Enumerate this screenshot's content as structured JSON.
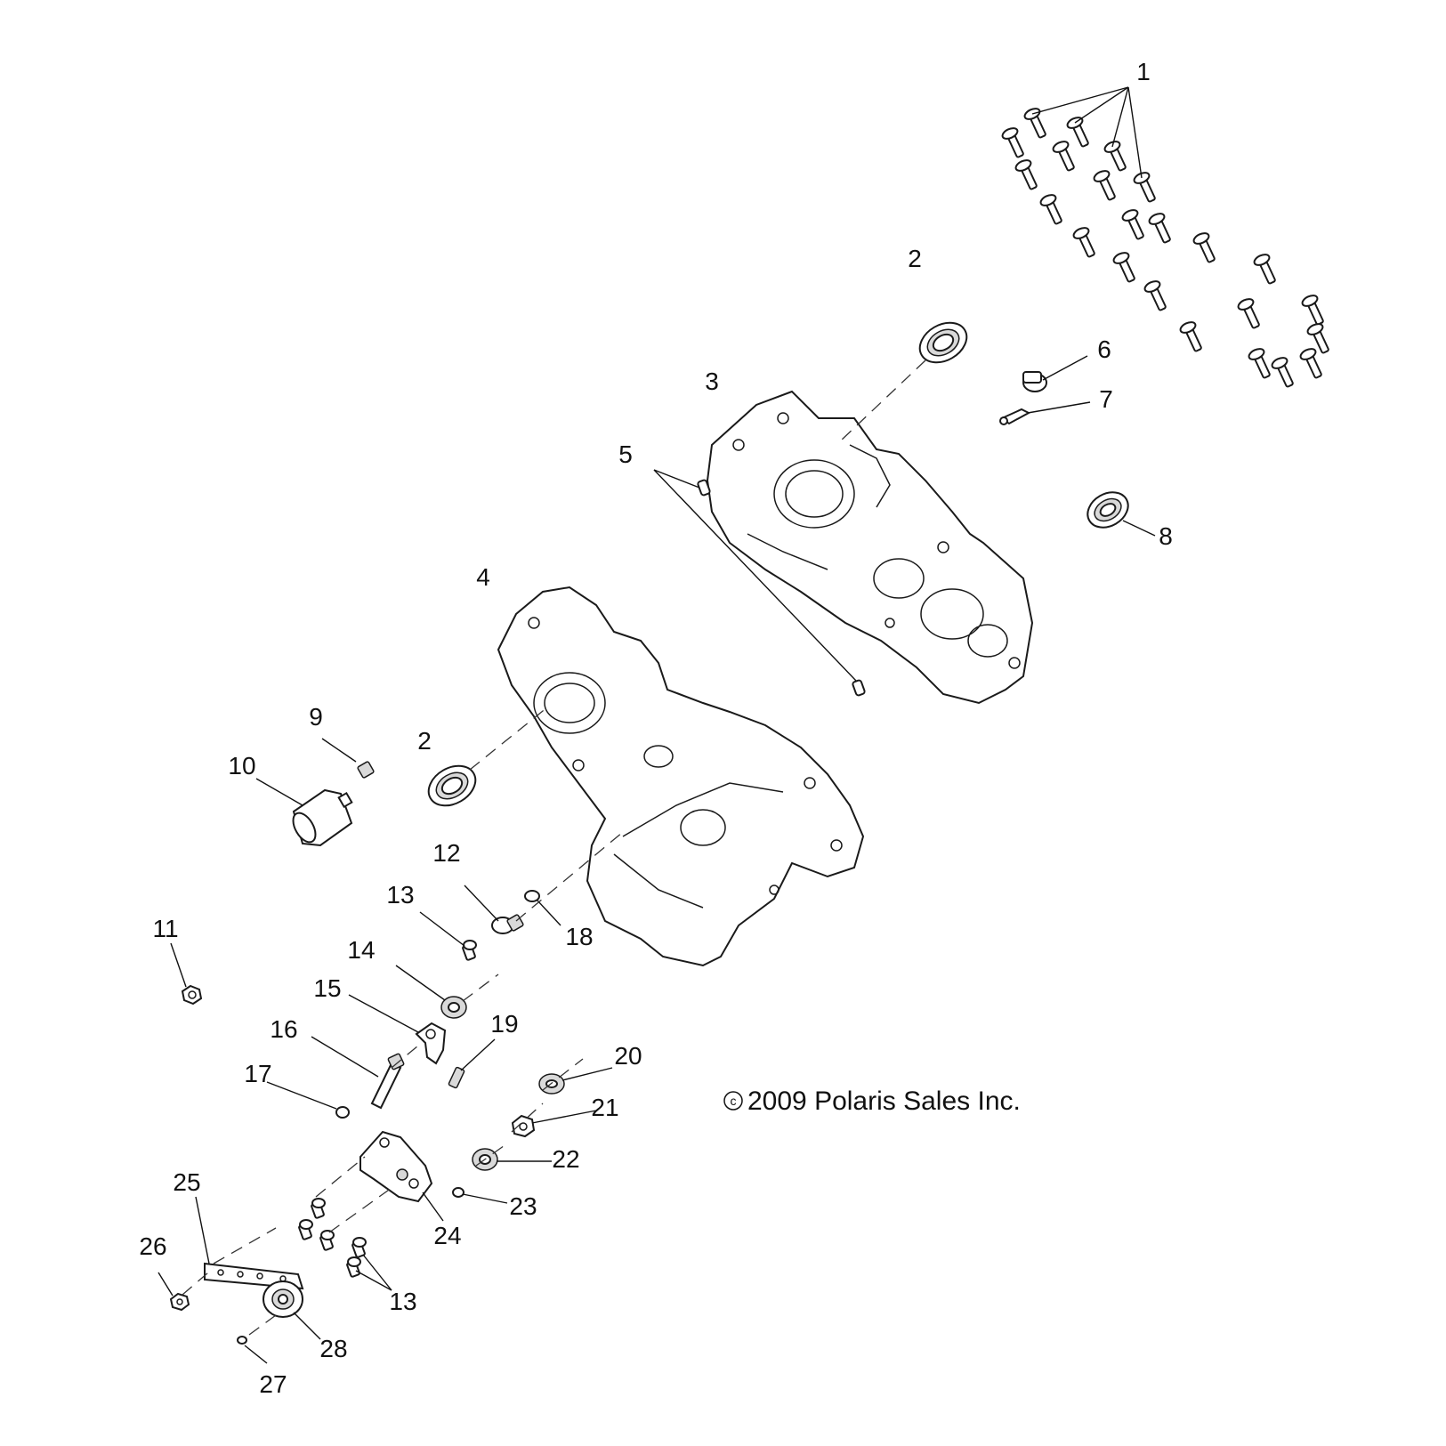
{
  "copyright": "2009 Polaris Sales Inc.",
  "copyright_symbol": "c",
  "callouts": [
    "1",
    "2",
    "3",
    "4",
    "5",
    "6",
    "7",
    "8",
    "9",
    "10",
    "11",
    "12",
    "13",
    "14",
    "15",
    "16",
    "17",
    "18",
    "19",
    "20",
    "21",
    "22",
    "23",
    "24",
    "25",
    "26",
    "27",
    "28",
    "2",
    "13"
  ],
  "line_color": "#1a1a1a",
  "background": "#ffffff"
}
